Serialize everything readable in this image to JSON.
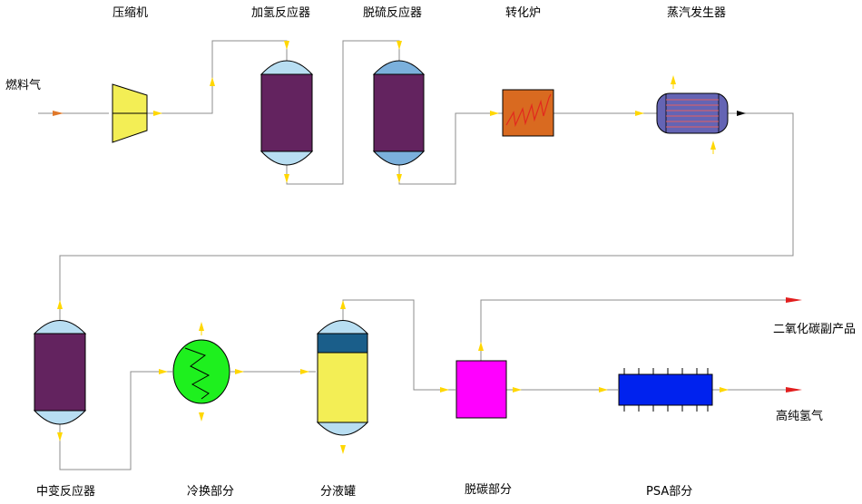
{
  "labels": {
    "compressor": "压缩机",
    "hydro_reactor": "加氢反应器",
    "desulf_reactor": "脱硫反应器",
    "reformer": "转化炉",
    "steam_gen": "蒸汽发生器",
    "fuel_gas": "燃料气",
    "shift_reactor": "中变反应器",
    "heat_exchange": "冷换部分",
    "separator": "分液罐",
    "decarb": "脱碳部分",
    "psa": "PSA部分",
    "co2_product": "二氧化碳副产品",
    "hydrogen": "高纯氢气"
  },
  "colors": {
    "pipe": "#8c8c8c",
    "arrow": "#ffd700",
    "compressor": "#f3ee55",
    "reactor_body": "#63235f",
    "cap_light": "#b8def2",
    "cap_dark": "#7bb0dc",
    "reformer": "#d96a20",
    "coil": "#e2281e",
    "steam_gen": "#6464b4",
    "steam_lines": "#e36060",
    "exchanger": "#1ef01e",
    "separator_top": "#1a5e8a",
    "separator_body": "#f3ee55",
    "decarb": "#ff00ff",
    "psa": "#0022ee",
    "product_arrow": "#e21e1e",
    "feed_arrow": "#e0782a"
  }
}
